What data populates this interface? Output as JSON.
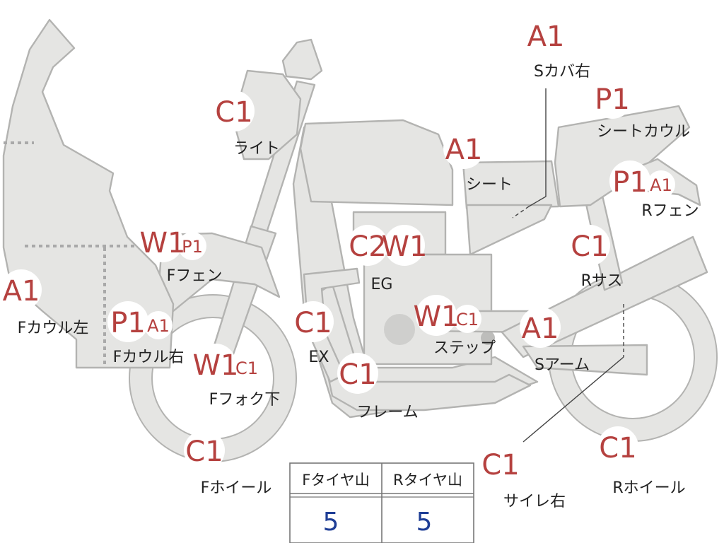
{
  "parts": {
    "light": {
      "code": "C1",
      "label": "ライト"
    },
    "s_cover_right": {
      "code": "A1",
      "label": "Sカバ右"
    },
    "seat_cowl": {
      "code": "P1",
      "label": "シートカウル"
    },
    "seat": {
      "code": "A1",
      "label": "シート"
    },
    "r_fender": {
      "code1": "P1",
      "code2": "A1",
      "label": "Rフェン"
    },
    "engine": {
      "code1": "C2",
      "code2": "W1",
      "label": "EG"
    },
    "f_fender": {
      "code1": "W1",
      "code2": "P1",
      "label": "Fフェン"
    },
    "r_suspension": {
      "code": "C1",
      "label": "Rサス"
    },
    "f_cowl_left": {
      "code": "A1",
      "label": "Fカウル左"
    },
    "f_cowl_right": {
      "code1": "P1",
      "code2": "A1",
      "label": "Fカウル右"
    },
    "exhaust": {
      "code": "C1",
      "label": "EX"
    },
    "step": {
      "code1": "W1",
      "code2": "C1",
      "label": "ステップ"
    },
    "s_arm": {
      "code": "A1",
      "label": "Sアーム"
    },
    "f_fork_lower": {
      "code1": "W1",
      "code2": "C1",
      "label": "Fフォク下"
    },
    "frame": {
      "code": "C1",
      "label": "フレーム"
    },
    "f_wheel": {
      "code": "C1",
      "label": "Fホイール"
    },
    "muffler_right": {
      "code": "C1",
      "label": "サイレ右"
    },
    "r_wheel": {
      "code": "C1",
      "label": "Rホイール"
    }
  },
  "tire_table": {
    "headers": [
      "Fタイヤ山",
      "Rタイヤ山"
    ],
    "values": [
      "5",
      "5"
    ]
  },
  "colors": {
    "code_red": "#b5413f",
    "value_blue": "#1f3e96",
    "part_fill": "#e5e5e3",
    "part_outline": "#b3b3b1"
  }
}
